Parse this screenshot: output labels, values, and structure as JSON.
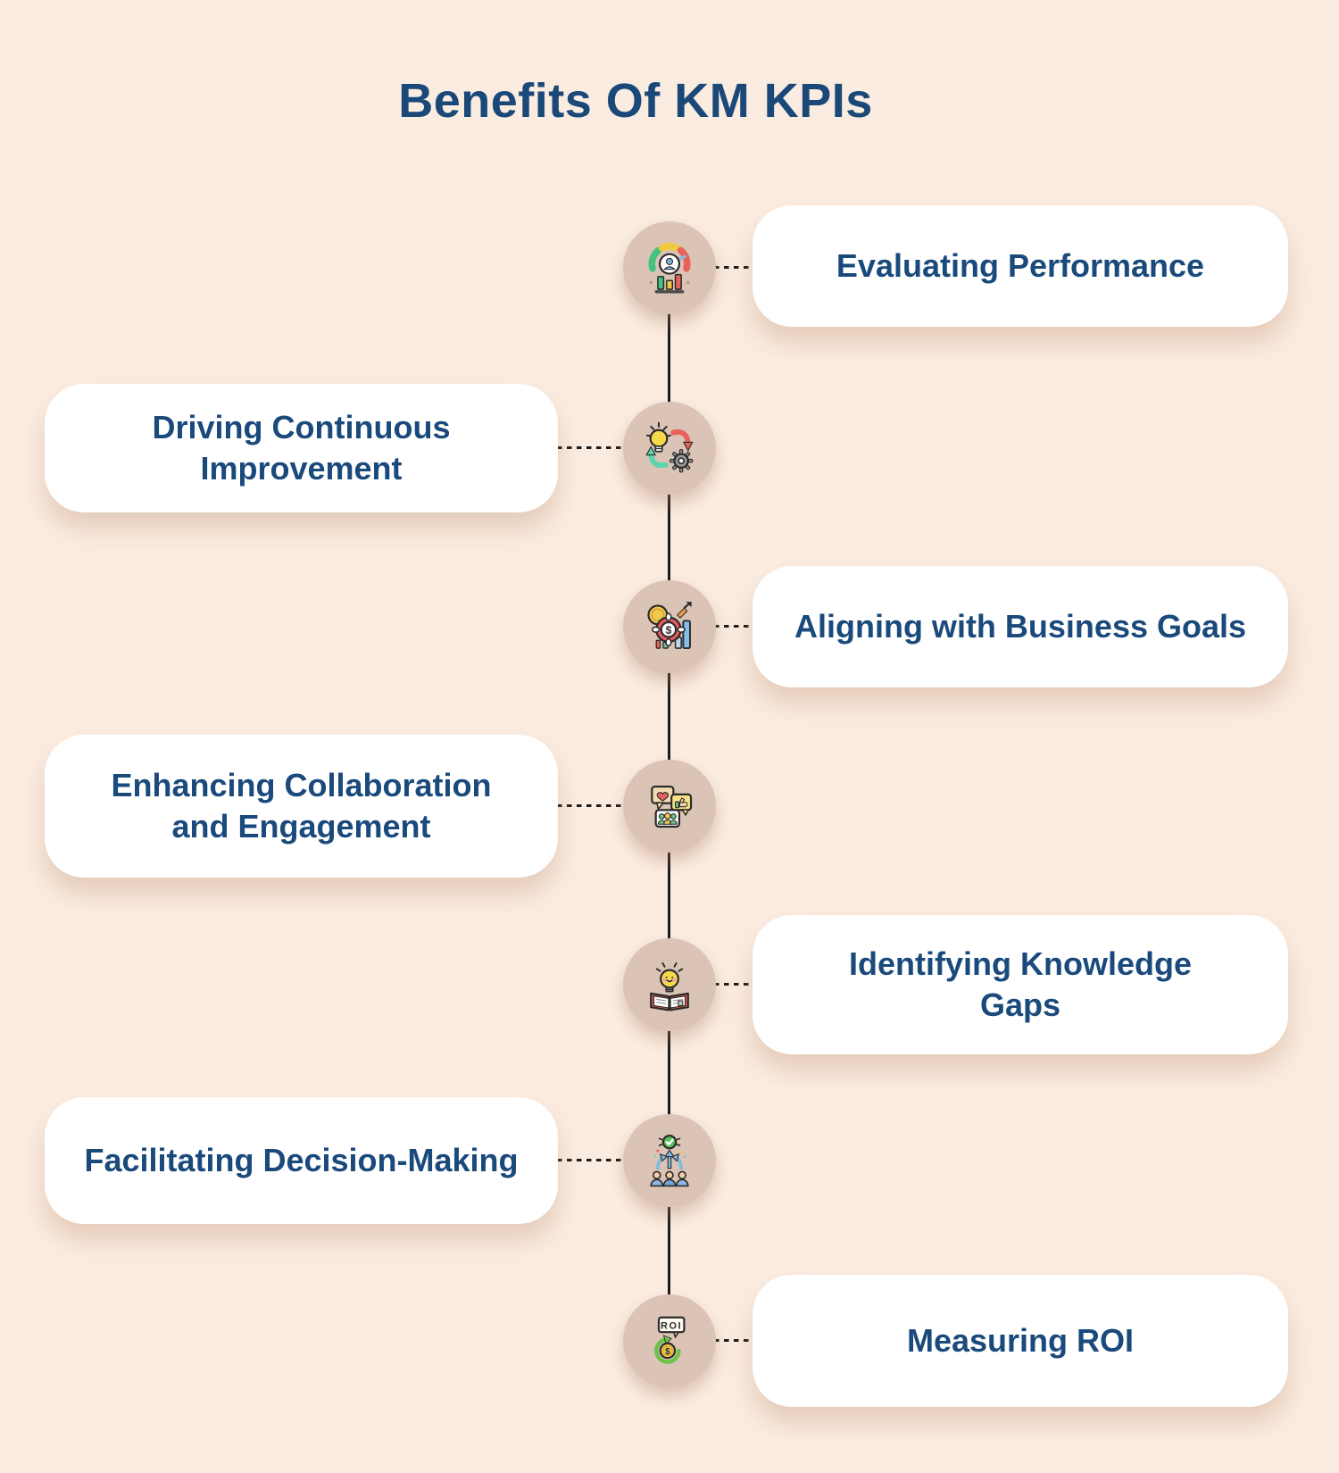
{
  "title": "Benefits Of KM KPIs",
  "colors": {
    "background": "#FBECE1",
    "card_background": "#FFFFFF",
    "text_navy": "#1A4A7C",
    "node_circle": "#DBC4B6",
    "connector_line": "#1B1B1B"
  },
  "items": [
    {
      "label": "Evaluating Performance",
      "side": "right",
      "icon": "performance-gauge-icon"
    },
    {
      "label": "Driving Continuous Improvement",
      "side": "left",
      "icon": "continuous-improvement-icon"
    },
    {
      "label": "Aligning with Business Goals",
      "side": "right",
      "icon": "business-goals-icon",
      "icon_text": "$"
    },
    {
      "label": "Enhancing Collaboration and Engagement",
      "side": "left",
      "icon": "collaboration-engagement-icon"
    },
    {
      "label": "Identifying Knowledge Gaps",
      "side": "right",
      "icon": "knowledge-gaps-icon"
    },
    {
      "label": "Facilitating Decision-Making",
      "side": "left",
      "icon": "decision-making-icon"
    },
    {
      "label": "Measuring ROI",
      "side": "right",
      "icon": "roi-icon",
      "icon_text": "ROI",
      "icon_coin_text": "$"
    }
  ]
}
